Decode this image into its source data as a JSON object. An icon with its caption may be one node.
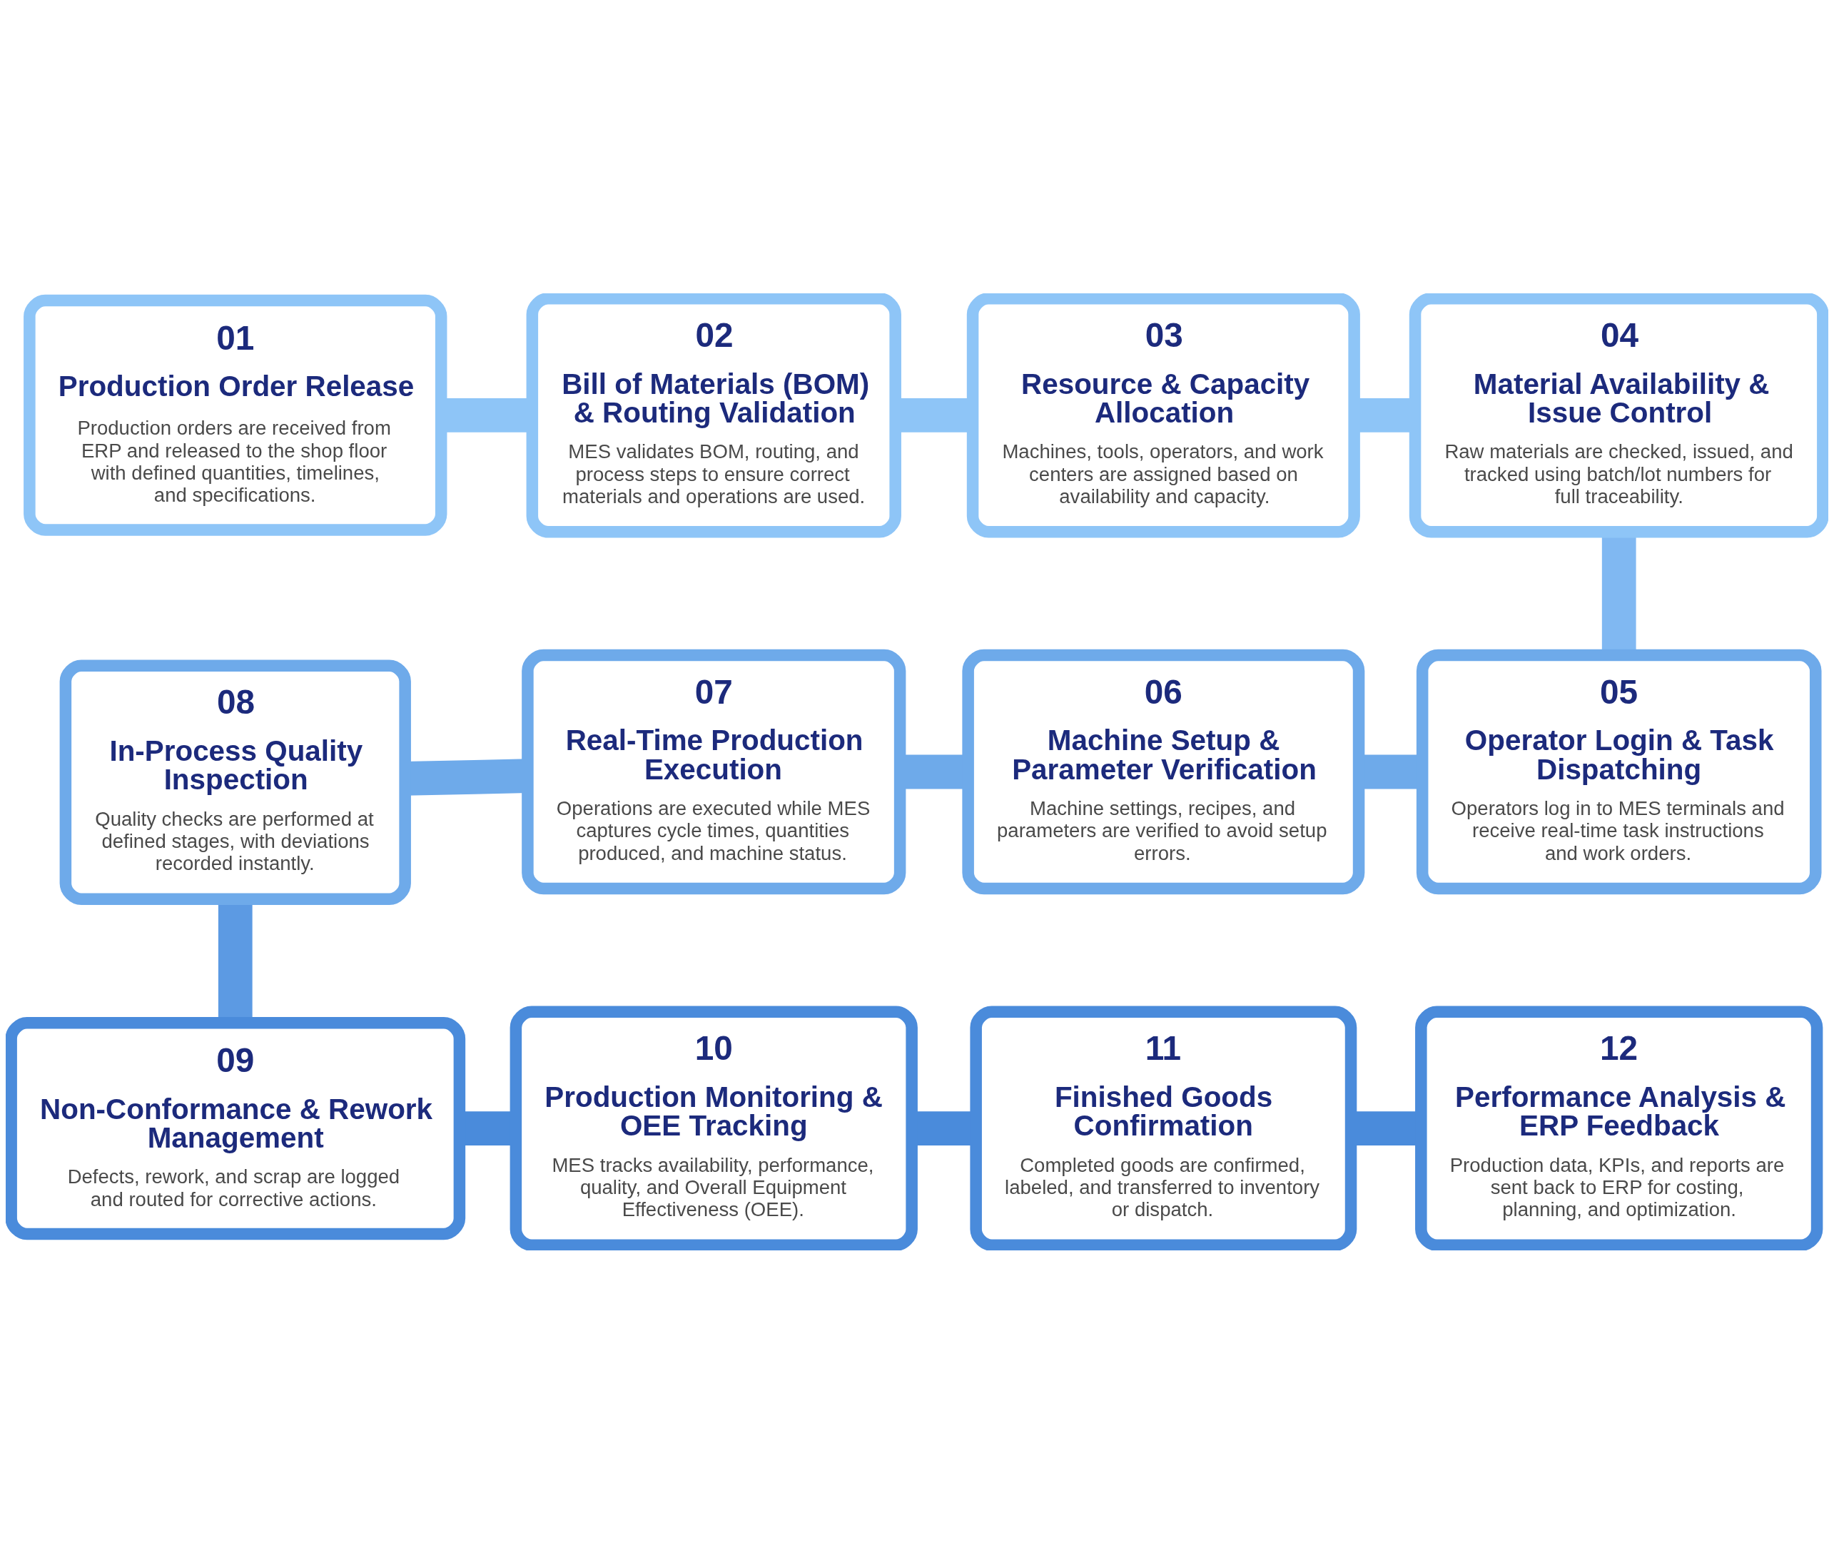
{
  "diagram": {
    "nodes": [
      {
        "text": [
          "01",
          "Production Order Release",
          "Production orders are received from ERP and released to the shop floor with defined quantities, timelines, and specifications."
        ]
      },
      {
        "text": [
          "02",
          "Bill of Materials (BOM) & Routing Validation",
          "MES validates BOM, routing, and process steps to ensure correct materials and operations are used."
        ]
      },
      {
        "text": [
          "03",
          "Resource & Capacity Allocation",
          "Machines, tools, operators, and work centers are assigned based on availability and capacity."
        ]
      },
      {
        "text": [
          "04",
          "Material Availability & Issue Control",
          "Raw materials are checked, issued, and tracked using batch/lot numbers for full traceability."
        ]
      },
      {
        "text": [
          "05",
          "Operator Login & Task Dispatching",
          "Operators log in to MES terminals and receive real-time task instructions and work orders."
        ]
      },
      {
        "text": [
          "06",
          "Machine Setup & Parameter Verification",
          "Machine settings, recipes, and parameters are verified to avoid setup errors."
        ]
      },
      {
        "text": [
          "07",
          "Real-Time Production Execution",
          "Operations are executed while MES captures cycle times, quantities produced, and machine status."
        ]
      },
      {
        "text": [
          "08",
          "In-Process Quality Inspection",
          "Quality checks are performed at defined stages, with deviations recorded instantly."
        ]
      },
      {
        "text": [
          "09",
          "Non-Conformance & Rework Management",
          "Defects, rework, and scrap are logged and routed for corrective actions."
        ]
      },
      {
        "text": [
          "10",
          "Production Monitoring & OEE Tracking",
          "MES tracks availability, performance, quality, and Overall Equipment Effectiveness (OEE)."
        ]
      },
      {
        "text": [
          "11",
          "Finished Goods Confirmation",
          "Completed goods are confirmed, labeled, and transferred to inventory or dispatch."
        ]
      },
      {
        "text": [
          "12",
          "Performance Analysis & ERP Feedback",
          "Production data, KPIs, and reports are sent back to ERP for costing, planning, and optimization."
        ]
      }
    ],
    "edges": [
      {
        "from": 0,
        "to": 1,
        "arrow": "none",
        "color": "#8ec5f7"
      },
      {
        "from": 1,
        "to": 2,
        "arrow": "none",
        "color": "#8ec5f7"
      },
      {
        "from": 2,
        "to": 3,
        "arrow": "none",
        "color": "#8ec5f7"
      },
      {
        "from": 3,
        "to": 4,
        "arrow": "none",
        "color": "#80b8f2"
      },
      {
        "from": 4,
        "to": 5,
        "arrow": "none",
        "color": "#6eaaea"
      },
      {
        "from": 5,
        "to": 6,
        "arrow": "none",
        "color": "#6eaaea"
      },
      {
        "from": 6,
        "to": 7,
        "arrow": "none",
        "color": "#6eaaea"
      },
      {
        "from": 7,
        "to": 8,
        "arrow": "none",
        "color": "#5c9ae3"
      },
      {
        "from": 8,
        "to": 9,
        "arrow": "none",
        "color": "#4a8bdb"
      },
      {
        "from": 9,
        "to": 10,
        "arrow": "none",
        "color": "#4a8bdb"
      },
      {
        "from": 10,
        "to": 11,
        "arrow": "none",
        "color": "#4a8bdb"
      }
    ]
  }
}
